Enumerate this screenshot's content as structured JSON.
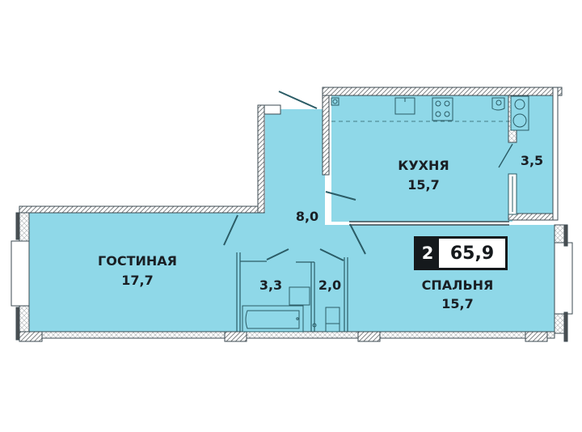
{
  "plan": {
    "title": "2-room apartment floor plan",
    "colors": {
      "floor": "#8fd8e8",
      "wall_outline": "#3b4a50",
      "fixture_stroke": "#2b5c66",
      "text": "#1a1f24",
      "badge_bg": "#15191c",
      "badge_text_light": "#ffffff"
    },
    "summary": {
      "rooms": "2",
      "total_area": "65,9"
    },
    "rooms": [
      {
        "id": "kitchen",
        "name": "КУХНЯ",
        "area": "15,7"
      },
      {
        "id": "living",
        "name": "ГОСТИНАЯ",
        "area": "17,7"
      },
      {
        "id": "bedroom",
        "name": "СПАЛЬНЯ",
        "area": "15,7"
      },
      {
        "id": "hall",
        "name": "",
        "area": "8,0"
      },
      {
        "id": "bathroom",
        "name": "",
        "area": "3,3"
      },
      {
        "id": "wc",
        "name": "",
        "area": "2,0"
      },
      {
        "id": "balcony",
        "name": "",
        "area": "3,5"
      }
    ],
    "icons": [
      "sink-icon",
      "stove-icon",
      "boiler-icon",
      "washer-icon",
      "bathtub-icon",
      "toilet-icon",
      "bath-sink-icon"
    ]
  }
}
